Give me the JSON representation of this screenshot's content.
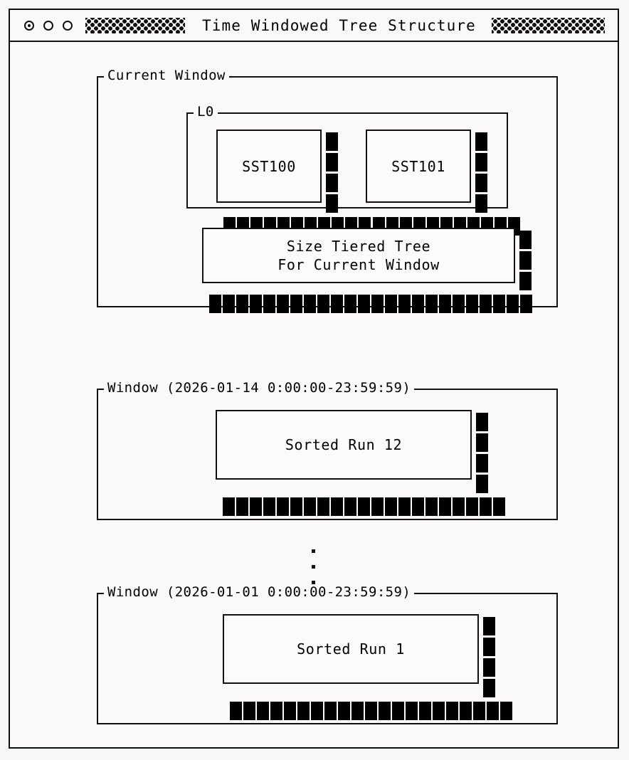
{
  "window": {
    "title": "Time Windowed Tree Structure",
    "controls": [
      {
        "name": "window-control-close",
        "style": "target"
      },
      {
        "name": "window-control-minimize",
        "style": "hollow"
      },
      {
        "name": "window-control-maximize",
        "style": "hollow"
      }
    ],
    "decoration": "dotted-hatch-pattern"
  },
  "diagram": {
    "groups": [
      {
        "id": "current-window",
        "label": "Current Window",
        "subgroups": [
          {
            "id": "l0",
            "label": "L0",
            "nodes": [
              {
                "id": "sst100",
                "label": "SST100",
                "lines": [
                  "SST100"
                ],
                "right_blocks": 4,
                "bottom_blocks": 11
              },
              {
                "id": "sst101",
                "label": "SST101",
                "lines": [
                  "SST101"
                ],
                "right_blocks": 4,
                "bottom_blocks": 11
              }
            ]
          }
        ],
        "nodes": [
          {
            "id": "size-tiered-tree",
            "label": "Size Tiered Tree For Current Window",
            "lines": [
              "Size Tiered Tree",
              "For Current Window"
            ],
            "right_blocks": 3,
            "bottom_blocks": 24
          }
        ]
      },
      {
        "id": "window-2026-01-14",
        "label": "Window (2026-01-14 0:00:00-23:59:59)",
        "subgroups": [],
        "nodes": [
          {
            "id": "sorted-run-12",
            "label": "Sorted Run 12",
            "lines": [
              "Sorted Run 12"
            ],
            "right_blocks": 4,
            "bottom_blocks": 21
          }
        ]
      },
      {
        "id": "window-2026-01-01",
        "label": "Window (2026-01-01 0:00:00-23:59:59)",
        "subgroups": [],
        "nodes": [
          {
            "id": "sorted-run-1",
            "label": "Sorted Run 1",
            "lines": [
              "Sorted Run 1"
            ],
            "right_blocks": 4,
            "bottom_blocks": 21
          }
        ]
      }
    ],
    "ellipsis": {
      "glyph": "vertical-ellipsis",
      "dots": 3
    }
  },
  "colors": {
    "background": "#f7f7f5",
    "panel": "#faf9f7",
    "ink": "#111111",
    "block": "#000000"
  }
}
